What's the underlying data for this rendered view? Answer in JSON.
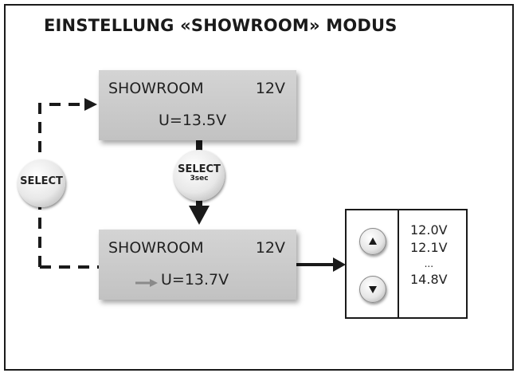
{
  "title": "EINSTELLUNG «SHOWROOM» MODUS",
  "display_top": {
    "mode": "SHOWROOM",
    "system": "12V",
    "value": "U=13.5V"
  },
  "display_bottom": {
    "mode": "SHOWROOM",
    "system": "12V",
    "value": "U=13.7V"
  },
  "button_left": {
    "label": "SELECT"
  },
  "button_middle": {
    "label": "SELECT",
    "sub_label": "3sec"
  },
  "range_panel": {
    "values": [
      "12.0V",
      "12.1V",
      "...",
      "14.8V"
    ],
    "up_icon": "up-arrow-icon",
    "down_icon": "down-arrow-icon"
  },
  "colors": {
    "lcd": "#c8c8c8",
    "line": "#1a1a1a",
    "accent_arrow": "#8a8a8a"
  }
}
